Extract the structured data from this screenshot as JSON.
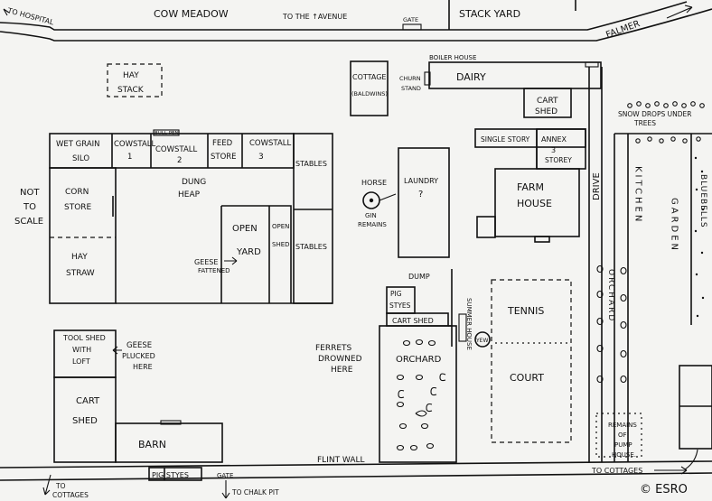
{
  "map": {
    "copyright": "© ESRO",
    "roads": {
      "hospital": "TO HOSPITAL",
      "cow_meadow": "COW MEADOW",
      "to_avenue": "TO THE ↑AVENUE",
      "gate_top": "GATE",
      "stack_yard": "STACK YARD",
      "falmer": "FALMER",
      "to_cottages_left_1": "TO",
      "to_cottages_left_2": "COTTAGES",
      "to_chalk_pit": "TO CHALK PIT",
      "gate_bottom": "GATE",
      "flint_wall": "FLINT WALL",
      "to_cottages_right": "TO COTTAGES"
    },
    "notes": {
      "not": "NOT",
      "to": "TO",
      "scale": "SCALE"
    },
    "buildings": {
      "hay_stack_1": "HAY",
      "hay_stack_2": "STACK",
      "cottage_1": "COTTAGE",
      "cottage_2": "(BALDWINS)",
      "churn_stand_1": "CHURN",
      "churn_stand_2": "STAND",
      "boiler_house": "BOILER HOUSE",
      "dairy": "DAIRY",
      "cart_shed_top_1": "CART",
      "cart_shed_top_2": "SHED",
      "snowdrops": "SNOW DROPS UNDER",
      "trees": "TREES",
      "wet_grain_1": "WET GRAIN",
      "wet_grain_2": "SILO",
      "cowstall_1a": "COWSTALL",
      "cowstall_1b": "1",
      "bull_pen": "BULL PEN",
      "cowstall_2a": "COWSTALL",
      "cowstall_2b": "2",
      "feed_1": "FEED",
      "feed_2": "STORE",
      "cowstall_3a": "COWSTALL",
      "cowstall_3b": "3",
      "stables_1": "STABLES",
      "stables_2": "STABLES",
      "corn_1": "CORN",
      "corn_2": "STORE",
      "hay_straw_1": "HAY",
      "hay_straw_2": "STRAW",
      "dung_1": "DUNG",
      "dung_2": "HEAP",
      "open_yard_1": "OPEN",
      "open_yard_2": "YARD",
      "open_shed_1": "OPEN",
      "open_shed_2": "SHED",
      "geese_fattened_1": "GEESE",
      "geese_fattened_2": "FATTENED",
      "horse": "HORSE",
      "gin_1": "GIN",
      "gin_2": "REMAINS",
      "laundry_1": "LAUNDRY",
      "laundry_2": "?",
      "single_story": "SINGLE STORY",
      "annex_1": "ANNEX",
      "annex_2": "3",
      "annex_3": "STOREY",
      "farm_house_1": "FARM",
      "farm_house_2": "HOUSE",
      "drive": "DRIVE",
      "kitchen": "KITCHEN",
      "garden": "GARDEN",
      "bluebells": "BLUEBELLS",
      "dump": "DUMP",
      "pig_styes_1": "PIG",
      "pig_styes_2": "STYES",
      "cart_shed_mid": "CART SHED",
      "summer_house": "SUMMER HOUSE",
      "yew": "YEW",
      "tennis": "TENNIS",
      "court": "COURT",
      "orchard_right": "ORCHARD",
      "orchard_mid": "ORCHARD",
      "ferrets_1": "FERRETS",
      "ferrets_2": "DROWNED",
      "ferrets_3": "HERE",
      "tool_shed_1": "TOOL SHED",
      "tool_shed_2": "WITH",
      "tool_shed_3": "LOFT",
      "geese_plucked_1": "GEESE",
      "geese_plucked_2": "PLUCKED",
      "geese_plucked_3": "HERE",
      "cart_shed_low_1": "CART",
      "cart_shed_low_2": "SHED",
      "barn": "BARN",
      "pig_styes_low": "PIG STYES",
      "pump_1": "REMAINS",
      "pump_2": "OF",
      "pump_3": "PUMP",
      "pump_4": "HOUSE."
    }
  }
}
